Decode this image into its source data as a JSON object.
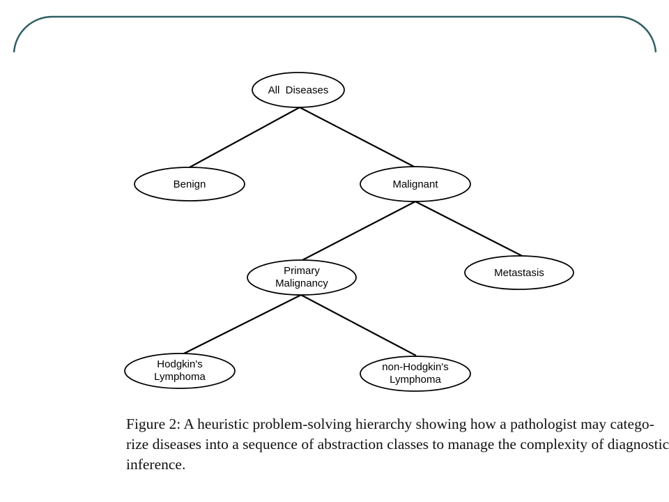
{
  "frame": {
    "border_color": "#2f5f63"
  },
  "tree": {
    "nodes": {
      "all_diseases": [
        "All  Diseases"
      ],
      "benign": [
        "Benign"
      ],
      "malignant": [
        "Malignant"
      ],
      "primary_malignancy": [
        "Primary",
        "Malignancy"
      ],
      "metastasis": [
        "Metastasis"
      ],
      "hodgkins": [
        "Hodgkin's",
        "Lymphoma"
      ],
      "non_hodgkins": [
        "non-Hodgkin's",
        "Lymphoma"
      ]
    },
    "edges": [
      [
        "all_diseases",
        "benign"
      ],
      [
        "all_diseases",
        "malignant"
      ],
      [
        "malignant",
        "primary_malignancy"
      ],
      [
        "malignant",
        "metastasis"
      ],
      [
        "primary_malignancy",
        "hodgkins"
      ],
      [
        "primary_malignancy",
        "non_hodgkins"
      ]
    ]
  },
  "caption": {
    "lines": [
      "Figure 2:  A heuristic problem-solving hierarchy showing how a pathologist may catego-",
      "rize diseases into a sequence of abstraction classes to manage the complexity of diagnostic",
      "inference."
    ]
  }
}
